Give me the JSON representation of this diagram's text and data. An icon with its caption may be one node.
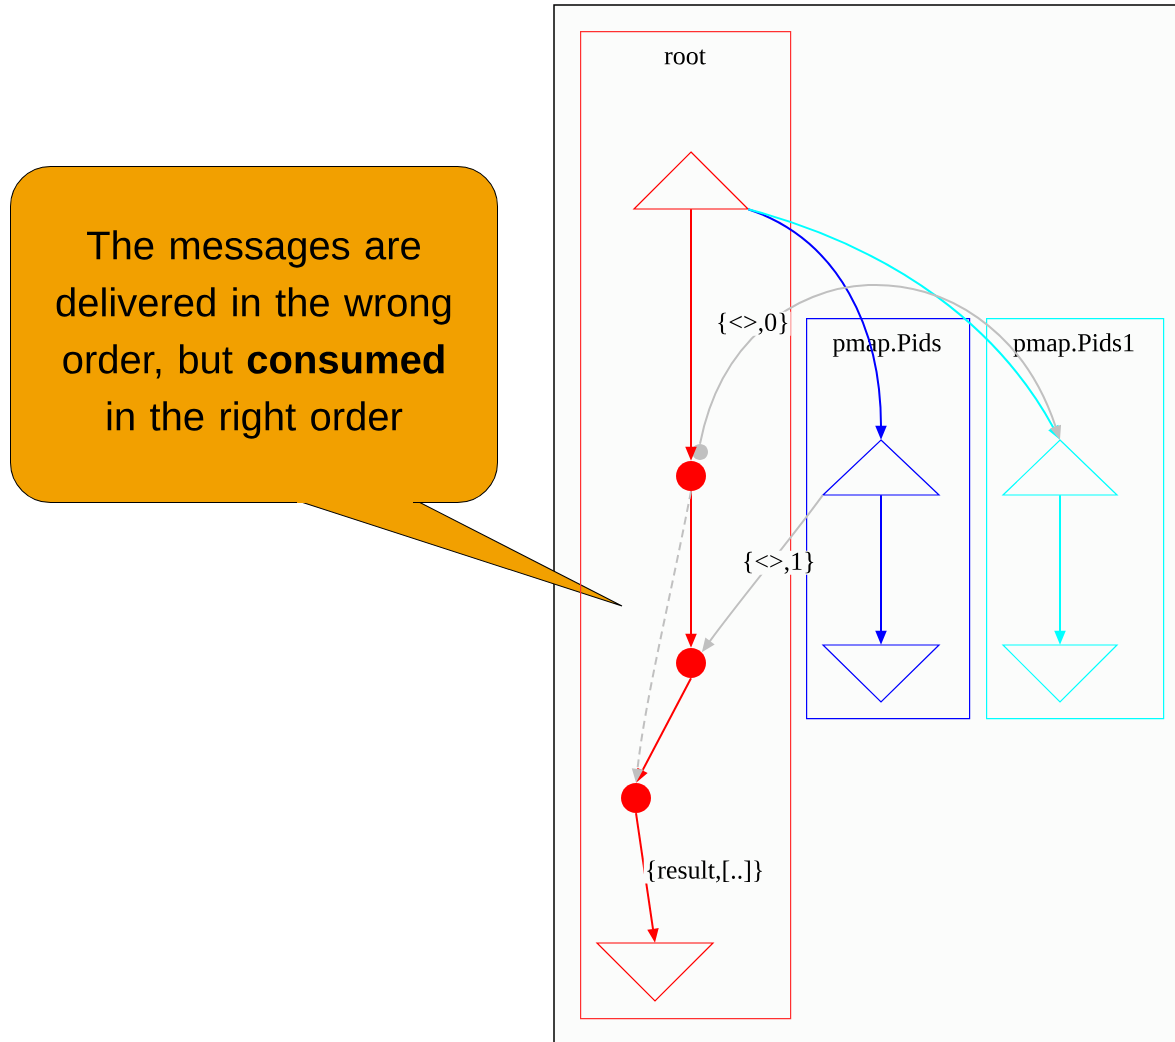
{
  "diagram": {
    "nodes": [
      {
        "text": [
          "The messages are delivered in the wrong order, but **consumed** in the right order"
        ]
      },
      {
        "text": [
          "root"
        ]
      },
      {
        "text": [],
        "shape": "triangle",
        "in": 1
      },
      {
        "text": [],
        "shape": "circle",
        "in": 1
      },
      {
        "text": [],
        "shape": "circle",
        "in": 1
      },
      {
        "text": [],
        "shape": "circle",
        "in": 1
      },
      {
        "text": [],
        "shape": "circle",
        "in": 1
      },
      {
        "text": [],
        "shape": "invtriangle",
        "in": 1
      },
      {
        "text": [
          "pmap.Pids"
        ]
      },
      {
        "text": [],
        "shape": "triangle",
        "in": 8
      },
      {
        "text": [],
        "shape": "invtriangle",
        "in": 8
      },
      {
        "text": [
          "pmap.Pids1"
        ]
      },
      {
        "text": [],
        "shape": "triangle",
        "in": 11
      },
      {
        "text": [],
        "shape": "invtriangle",
        "in": 11
      }
    ],
    "edges": [
      {
        "from": 2,
        "to": 3,
        "arrow": "to"
      },
      {
        "from": 2,
        "to": 9,
        "arrow": "to",
        "color": "#0000ff"
      },
      {
        "from": 2,
        "to": 12,
        "arrow": "to",
        "color": "#00ffff"
      },
      {
        "from": 4,
        "to": 12,
        "arrow": "to",
        "label": "{<>,0}",
        "color": "#c0c0c0"
      },
      {
        "from": 9,
        "to": 5,
        "arrow": "to",
        "label": "{<>,1}",
        "color": "#c0c0c0"
      },
      {
        "from": 3,
        "to": 5,
        "arrow": "to"
      },
      {
        "from": 5,
        "to": 6,
        "arrow": "to"
      },
      {
        "from": 3,
        "to": 6,
        "arrow": "to",
        "style": "dashed",
        "color": "#c0c0c0"
      },
      {
        "from": 6,
        "to": 7,
        "arrow": "to",
        "label": "{result,[..]}"
      },
      {
        "from": 9,
        "to": 10,
        "arrow": "to",
        "color": "#0000ff"
      },
      {
        "from": 12,
        "to": 13,
        "arrow": "to",
        "color": "#00ffff"
      }
    ]
  }
}
